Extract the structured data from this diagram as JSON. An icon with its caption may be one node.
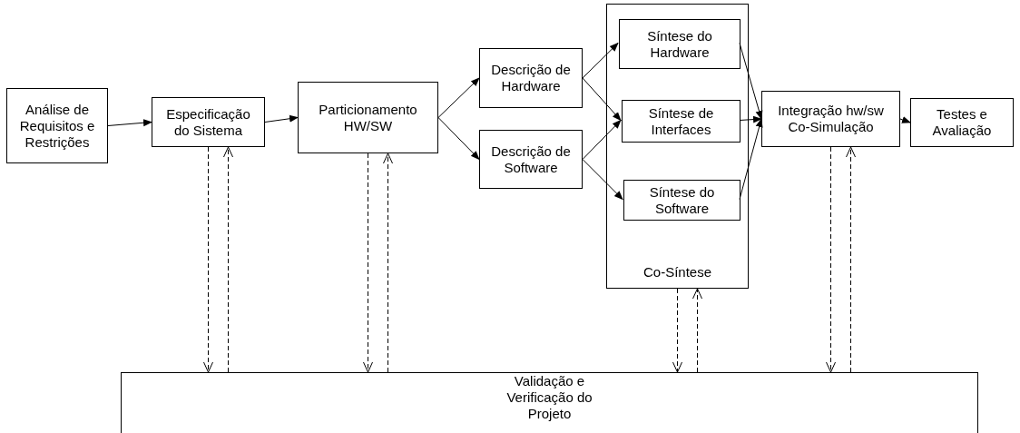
{
  "diagram": {
    "nodes": [
      {
        "text": [
          "Análise de Requisitos e Restrições"
        ]
      },
      {
        "text": [
          "Especificação do Sistema"
        ]
      },
      {
        "text": [
          "Particionamento HW/SW"
        ]
      },
      {
        "text": [
          "Descrição de Hardware"
        ]
      },
      {
        "text": [
          "Descrição de Software"
        ]
      },
      {
        "text": [
          "Co-Síntese"
        ]
      },
      {
        "text": [
          "Síntese do Hardware"
        ],
        "in": 5
      },
      {
        "text": [
          "Síntese de Interfaces"
        ],
        "in": 5
      },
      {
        "text": [
          "Síntese do Software"
        ],
        "in": 5
      },
      {
        "text": [
          "Integração hw/sw Co-Simulação"
        ]
      },
      {
        "text": [
          "Testes e Avaliação"
        ]
      },
      {
        "text": [
          "Validação e Verificação do Projeto"
        ]
      }
    ],
    "edges": [
      {
        "from": 0,
        "to": 1,
        "arrow": "to"
      },
      {
        "from": 1,
        "to": 2,
        "arrow": "to"
      },
      {
        "from": 2,
        "to": 3,
        "arrow": "to"
      },
      {
        "from": 2,
        "to": 4,
        "arrow": "to"
      },
      {
        "from": 3,
        "to": 6,
        "arrow": "to"
      },
      {
        "from": 3,
        "to": 7,
        "arrow": "to"
      },
      {
        "from": 4,
        "to": 7,
        "arrow": "to"
      },
      {
        "from": 4,
        "to": 8,
        "arrow": "to"
      },
      {
        "from": 6,
        "to": 9,
        "arrow": "to"
      },
      {
        "from": 7,
        "to": 9,
        "arrow": "to"
      },
      {
        "from": 8,
        "to": 9,
        "arrow": "to"
      },
      {
        "from": 9,
        "to": 10,
        "arrow": "to"
      },
      {
        "from": 1,
        "to": 11,
        "arrow": "to",
        "style": "dashed"
      },
      {
        "from": 11,
        "to": 1,
        "arrow": "to",
        "style": "dashed"
      },
      {
        "from": 2,
        "to": 11,
        "arrow": "to",
        "style": "dashed"
      },
      {
        "from": 11,
        "to": 2,
        "arrow": "to",
        "style": "dashed"
      },
      {
        "from": 5,
        "to": 11,
        "arrow": "to",
        "style": "dashed"
      },
      {
        "from": 11,
        "to": 5,
        "arrow": "to",
        "style": "dashed"
      },
      {
        "from": 9,
        "to": 11,
        "arrow": "to",
        "style": "dashed"
      },
      {
        "from": 11,
        "to": 9,
        "arrow": "to",
        "style": "dashed"
      }
    ]
  }
}
